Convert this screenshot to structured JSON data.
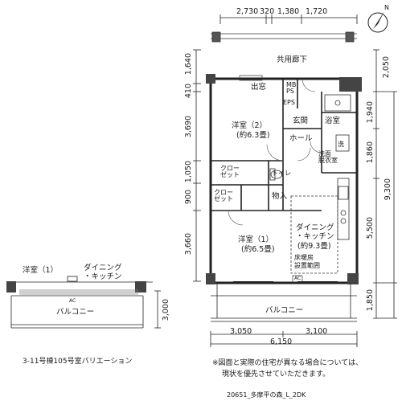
{
  "north_label": "N",
  "dims_top": [
    "2,730",
    "320",
    "1,380",
    "1,720"
  ],
  "dims_left": [
    "1,640",
    "410",
    "3,690",
    "1,050",
    "900",
    "3,660"
  ],
  "dims_right_inner": [
    "2,050",
    "1,940",
    "1,860",
    "5,500",
    "1,850"
  ],
  "dim_right_total": "9,300",
  "dims_bottom": [
    "3,050",
    "3,100"
  ],
  "dim_bottom_total": "6,150",
  "corridor_label": "共用廊下",
  "rooms": {
    "window": "出窓",
    "mb_ps": "MB\nPS",
    "eps": "EPS",
    "bedroom2": "洋室（2）",
    "bedroom2_size": "(約6.3畳)",
    "entrance": "玄関",
    "bath": "浴室",
    "hall": "ホール",
    "wash": "洗",
    "washroom": "洗面\n脱衣室",
    "closet1": "クロー\nゼット",
    "toilet": "トイレ",
    "closet2": "クロー\nゼット",
    "storage": "物入",
    "dining": "ダイニング\n・キッチン",
    "dining_size": "(約9.3畳)",
    "bedroom1": "洋室（1）",
    "bedroom1_size": "(約6.5畳)",
    "floor_heating": "床暖房\n設置範囲",
    "balcony": "バルコニー",
    "ac": "AC"
  },
  "variation": {
    "bedroom": "洋室（1）",
    "dining": "ダイニング\n・キッチン",
    "ac": "AC",
    "balcony": "バルコニー",
    "depth": "3,000",
    "caption": "3-11号棟105号室バリエーション"
  },
  "note_line1": "※図面と実際の住宅が異なる場合については、",
  "note_line2": "現状を優先させていただきます。",
  "footer_code": "20651_多摩平の森_L_2DK"
}
